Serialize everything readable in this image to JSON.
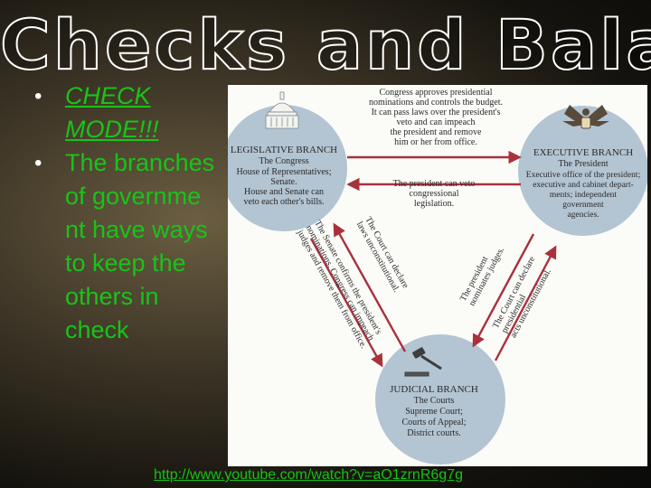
{
  "slide": {
    "title": "Checks and Balances",
    "bullets": [
      {
        "text": "CHECK MODE!!!"
      },
      {
        "text": "The branches of governme nt have ways to keep the others in check"
      }
    ],
    "link": "http://www.youtube.com/watch?v=aO1zrnR6g7g"
  },
  "diagram": {
    "legislative": {
      "title": "LEGISLATIVE BRANCH",
      "name": "The Congress",
      "line1": "House of Representatives;",
      "line2": "Senate.",
      "line3": "House and Senate can",
      "line4": "veto each other's bills."
    },
    "executive": {
      "title": "EXECUTIVE BRANCH",
      "name": "The President",
      "line1": "Executive office of the president;",
      "line2": "executive and cabinet depart-",
      "line3": "ments; independent",
      "line4": "government",
      "line5": "agencies."
    },
    "judicial": {
      "title": "JUDICIAL BRANCH",
      "name": "The Courts",
      "line1": "Supreme Court;",
      "line2": "Courts of Appeal;",
      "line3": "District courts."
    },
    "top_text": {
      "l1": "Congress approves presidential",
      "l2": "nominations and controls the budget.",
      "l3": "It can pass laws over the president's",
      "l4": "veto and can impeach",
      "l5": "the president and remove",
      "l6": "him or her from office."
    },
    "mid_text": {
      "l1": "The president can veto",
      "l2": "congressional",
      "l3": "legislation."
    },
    "left_outer": {
      "l1": "The Senate confirms the president's",
      "l2": "nominations. Congress can impeach",
      "l3": "judges and remove them from office."
    },
    "left_inner": {
      "l1": "The Court can declare",
      "l2": "laws unconstitutional."
    },
    "right_inner": {
      "l1": "The president",
      "l2": "nominates judges."
    },
    "right_outer": {
      "l1": "The Court can declare",
      "l2": "presidential",
      "l3": "acts unconstitutional."
    },
    "colors": {
      "circle": "#b3c4d2",
      "arrow": "#a8323c",
      "text": "#2a2a2a",
      "title": "#ffffff",
      "bullet_text": "#19c319",
      "link": "#14c314"
    }
  }
}
